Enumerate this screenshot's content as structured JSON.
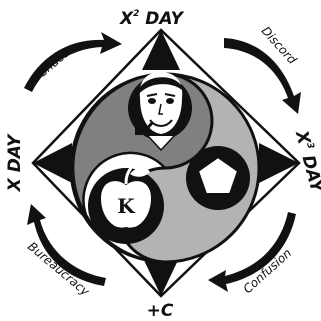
{
  "labels": {
    "top": "X",
    "top_sup": "2",
    "top_suffix": " DAY",
    "left": "X DAY",
    "right": "X",
    "right_sup": "3",
    "right_suffix": " DAY",
    "bottom": "+C"
  },
  "cycle": [
    "Chaos",
    "Discord",
    "Confusion",
    "Bureaucracy"
  ],
  "emblems": {
    "apple_letter": "K",
    "pentagon": "pentagon-icon",
    "face": "smiling-man-with-pipe-icon"
  },
  "colors": {
    "dark_tomoe": "#808080",
    "light_tomoe": "#b3b3b3",
    "black": "#111111",
    "white": "#ffffff"
  }
}
